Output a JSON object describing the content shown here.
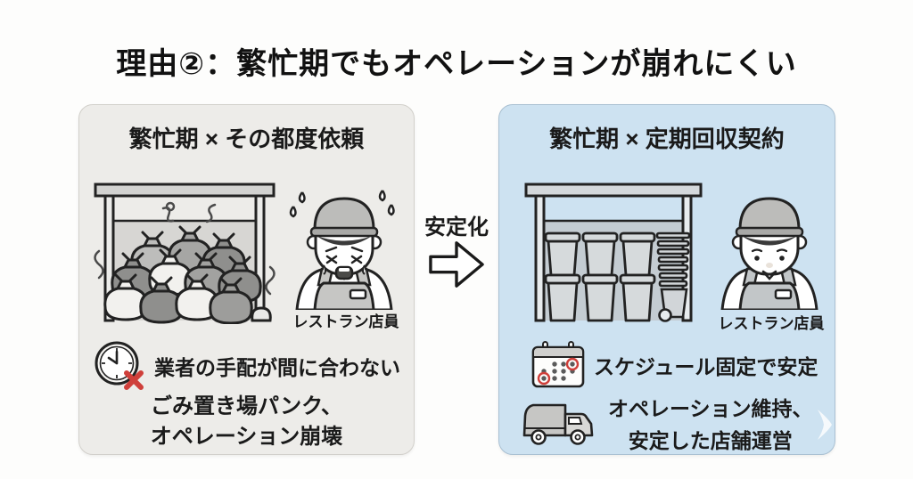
{
  "title": "理由②：繁忙期でもオペレーションが崩れにくい",
  "transition": {
    "label": "安定化"
  },
  "left_panel": {
    "title": "繁忙期 × その都度依頼",
    "staff_label": "レストラン店員",
    "clock_point": "業者の手配が間に合わない",
    "result_line1": "ごみ置き場パンク、",
    "result_line2": "オペレーション崩壊"
  },
  "right_panel": {
    "title": "繁忙期 × 定期回収契約",
    "staff_label": "レストラン店員",
    "calendar_point": "スケジュール固定で安定",
    "truck_line1": "オペレーション維持、",
    "truck_line2": "安定した店舗運営"
  },
  "icons": {
    "clock": "clock-missed-deadline-icon-with-red-x",
    "calendar": "fixed-schedule-calendar-icon",
    "truck": "garbage-truck-icon",
    "arrow": "stabilization-right-block-arrow",
    "left_illustration": "overflowing-garbage-shelter",
    "right_illustration": "organized-bins-shelter",
    "left_staff": "stressed-restaurant-staff",
    "right_staff": "calm-restaurant-staff"
  },
  "colors": {
    "left_panel_bg": "#edece9",
    "right_panel_bg": "#cde2f1",
    "accent_red": "#cf3f3a",
    "text": "#1a1a1a"
  }
}
